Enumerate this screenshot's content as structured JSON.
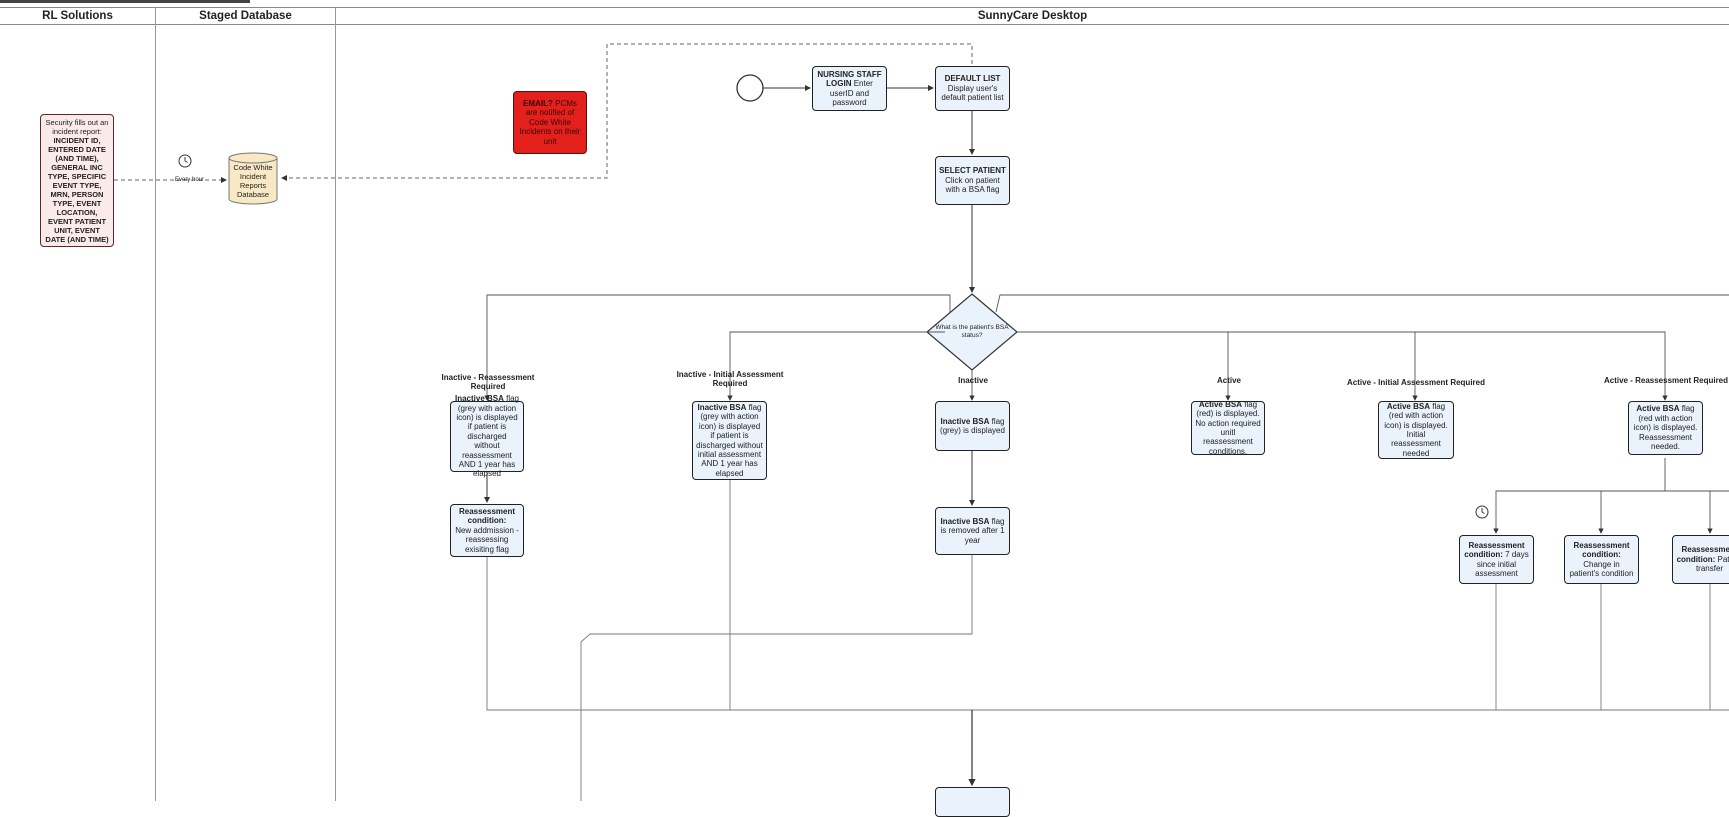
{
  "lanes": {
    "rl": "RL Solutions",
    "staged": "Staged Database",
    "sunny": "SunnyCare Desktop"
  },
  "rl_box": {
    "intro": "Security fills out an incident report:",
    "fields": "INCIDENT ID, ENTERED DATE (AND TIME), GENERAL INC TYPE, SPECIFIC EVENT TYPE, MRN, PERSON TYPE, EVENT LOCATION, EVENT PATIENT UNIT, EVENT DATE (AND TIME)"
  },
  "every_hour": "Every hour",
  "db_label": "Code White Incident Reports Database",
  "email_box": {
    "title": "EMAIL?",
    "text": "PCMs are notified of Code White Incidents on their unit"
  },
  "login_box": {
    "title": "NURSING STAFF LOGIN",
    "text": "Enter userID and password"
  },
  "default_box": {
    "title": "DEFAULT LIST",
    "text": "Display user's default patient list"
  },
  "select_box": {
    "title": "SELECT PATIENT",
    "text": "Click on patient with a BSA flag"
  },
  "decision": "What is the patient's BSA status?",
  "branch_labels": {
    "inactive_reassess": "Inactive - Reassessment Required",
    "inactive_initial": "Inactive - Initial Assessment Required",
    "inactive": "Inactive",
    "active": "Active",
    "active_initial": "Active - Initial Assessment Required",
    "active_reassess": "Active - Reassessment Required"
  },
  "boxes": {
    "b1_title": "Inactive BSA",
    "b1_text": "flag (grey with action icon) is displayed if patient is discharged without reassessment AND 1 year has elapsed",
    "b2_title": "Inactive BSA",
    "b2_text": "flag (grey with action icon) is displayed if patient is discharged without initial assessment AND 1 year has elapsed",
    "b3_title": "Inactive BSA",
    "b3_text": "flag (grey) is displayed",
    "b4_title": "Active BSA",
    "b4_text": "flag (red) is displayed. No action required unitl reassessment conditions.",
    "b5_title": "Active BSA",
    "b5_text": "flag (red with action icon) is displayed. Initial reassessment needed",
    "b6_title": "Active BSA",
    "b6_text": "flag (red with action icon) is displayed. Reassessment needed.",
    "r1_title": "Reassessment condition:",
    "r1_text": "New addmission - reassessing exisiting flag",
    "b3b_title": "Inactive BSA",
    "b3b_text": "flag is removed after 1 year",
    "r2_title": "Reassessment condition:",
    "r2_text": "7 days since initial assessment",
    "r3_title": "Reassessment condition:",
    "r3_text": "Change in patient's condition",
    "r4_title": "Reassessment condition:",
    "r4_text": "Patient transfer"
  }
}
